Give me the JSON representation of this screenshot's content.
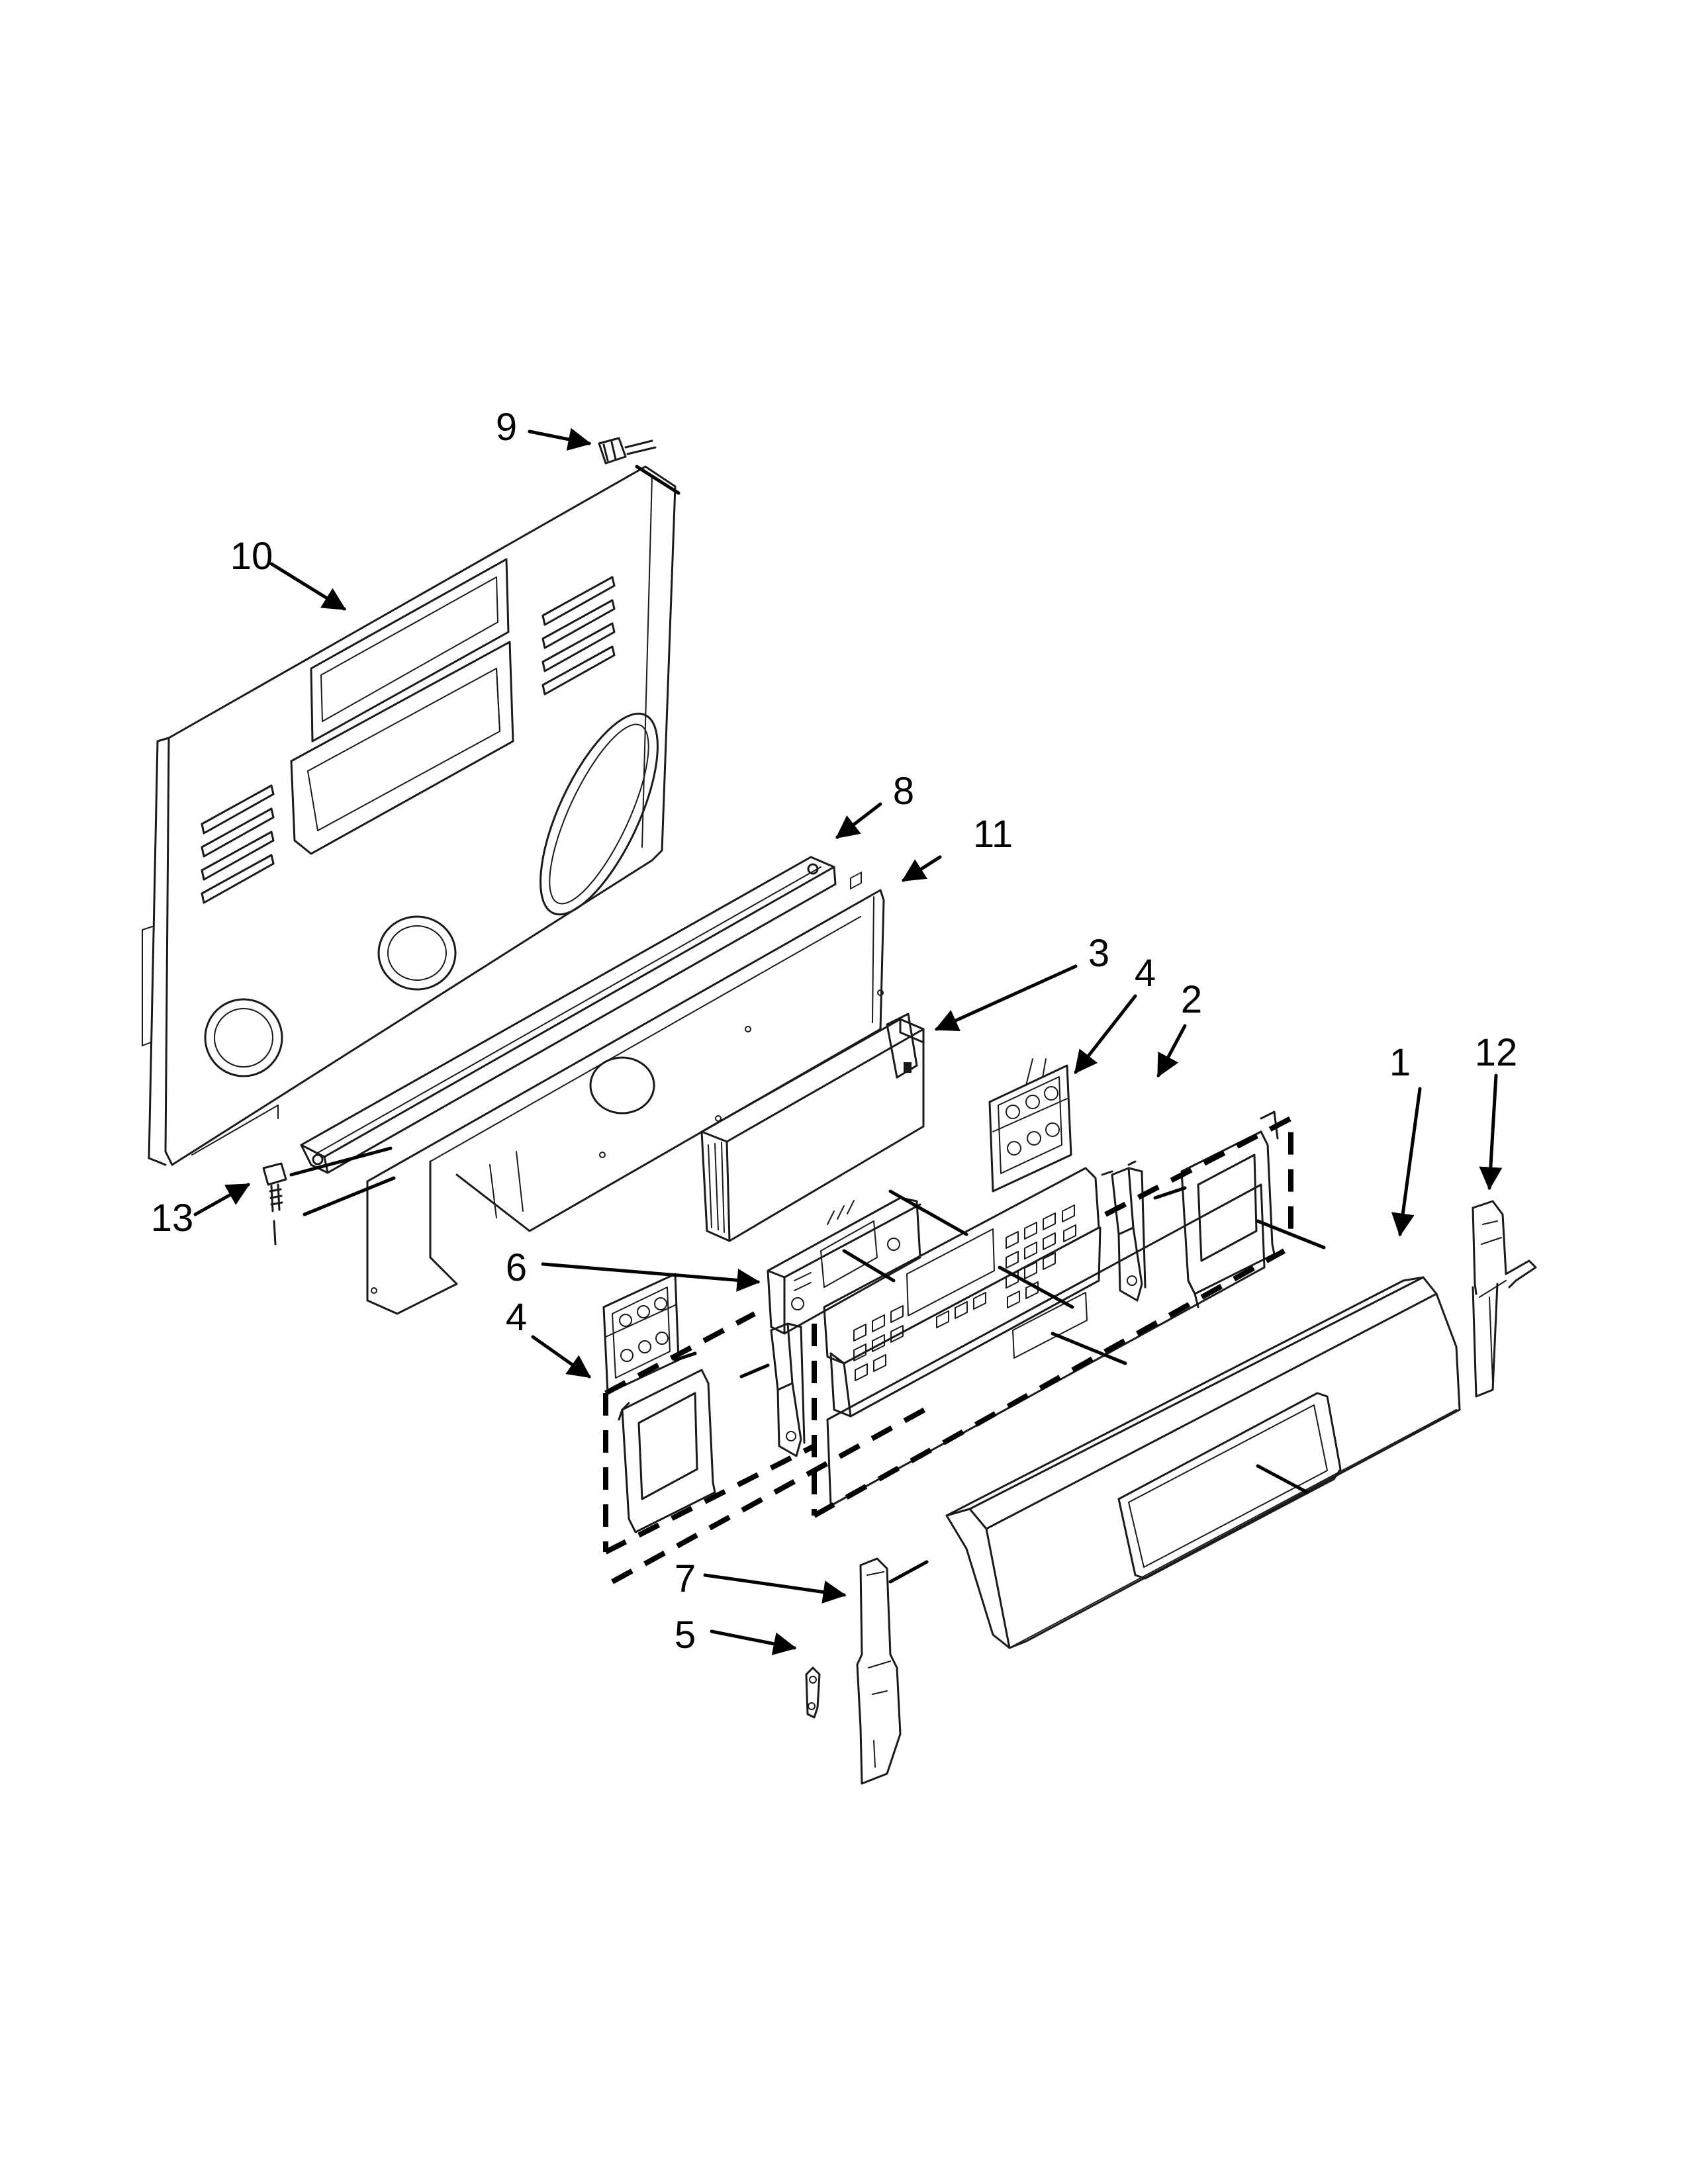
{
  "diagram": {
    "callouts": [
      {
        "id": "1",
        "label": "1"
      },
      {
        "id": "2",
        "label": "2"
      },
      {
        "id": "3",
        "label": "3"
      },
      {
        "id": "4a",
        "label": "4"
      },
      {
        "id": "4b",
        "label": "4"
      },
      {
        "id": "5",
        "label": "5"
      },
      {
        "id": "6",
        "label": "6"
      },
      {
        "id": "7",
        "label": "7"
      },
      {
        "id": "8",
        "label": "8"
      },
      {
        "id": "9",
        "label": "9"
      },
      {
        "id": "10",
        "label": "10"
      },
      {
        "id": "11",
        "label": "11"
      },
      {
        "id": "12",
        "label": "12"
      },
      {
        "id": "13",
        "label": "13"
      }
    ]
  }
}
